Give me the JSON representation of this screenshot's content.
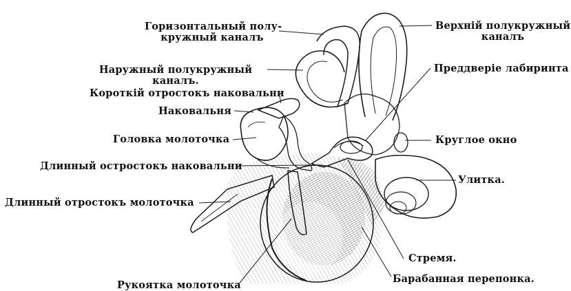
{
  "labels": {
    "horizontal_canal_1": "Горизонтальный полу-",
    "horizontal_canal_2": "кружный каналъ",
    "superior_canal_1": "Верхній полукружный",
    "superior_canal_2": "каналъ",
    "external_canal_1": "Наружный полукружный",
    "external_canal_2": "каналъ.",
    "vestibule": "Преддверіе лабиринта",
    "short_process_incus": "Короткій отростокъ наковальни",
    "incus": "Наковальня",
    "round_window": "Круглое окно",
    "malleus_head": "Головка молоточка",
    "cochlea": "Улитка.",
    "long_process_incus": "Длинный остростокъ наковальни",
    "long_process_malleus": "Длинный отростокъ молоточка",
    "stapes": "Стремя.",
    "tympanic_membrane": "Барабанная перепонка.",
    "malleus_handle": "Рукоятка молоточка"
  }
}
